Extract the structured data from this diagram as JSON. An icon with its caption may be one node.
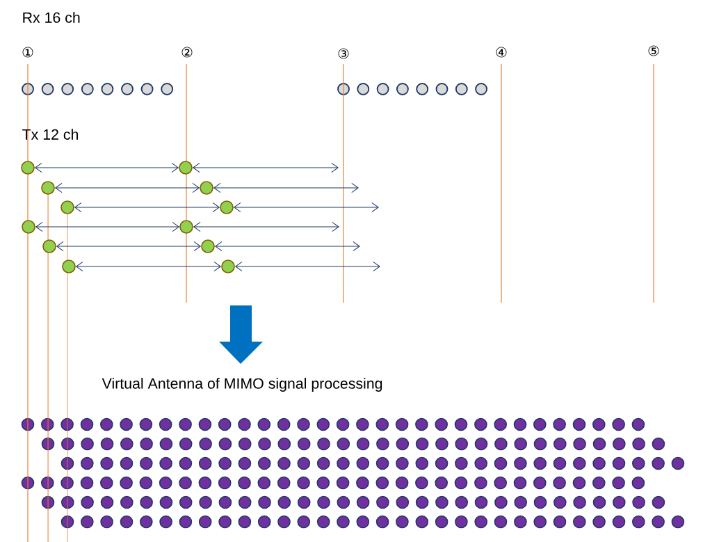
{
  "diagram": {
    "nodes": [
      {
        "text": [],
        "shape": "circle"
      },
      {
        "text": [],
        "shape": "circle"
      },
      {
        "text": [],
        "shape": "circle"
      },
      {
        "text": [],
        "shape": "circle"
      },
      {
        "text": [],
        "shape": "circle"
      },
      {
        "text": [],
        "shape": "circle"
      },
      {
        "text": [],
        "shape": "circle"
      },
      {
        "text": [],
        "shape": "circle"
      },
      {
        "text": [],
        "shape": "circle"
      },
      {
        "text": [],
        "shape": "circle"
      },
      {
        "text": [],
        "shape": "circle"
      },
      {
        "text": [],
        "shape": "circle"
      }
    ],
    "edges": [
      {
        "from": 0,
        "to": 1,
        "arrow": "both"
      },
      {
        "from": 1,
        "to": null,
        "arrow": "both"
      },
      {
        "from": 2,
        "to": 3,
        "arrow": "both"
      },
      {
        "from": 3,
        "to": null,
        "arrow": "both"
      },
      {
        "from": 4,
        "to": 5,
        "arrow": "both"
      },
      {
        "from": 5,
        "to": null,
        "arrow": "both"
      },
      {
        "from": 6,
        "to": 7,
        "arrow": "both"
      },
      {
        "from": 7,
        "to": null,
        "arrow": "both"
      },
      {
        "from": 8,
        "to": 9,
        "arrow": "both"
      },
      {
        "from": 9,
        "to": null,
        "arrow": "both"
      },
      {
        "from": 10,
        "to": 11,
        "arrow": "both"
      },
      {
        "from": 11,
        "to": null,
        "arrow": "both"
      }
    ],
    "labels": [
      "Rx 16 ch",
      "①",
      "②",
      "③",
      "④",
      "⑤",
      "Tx 12 ch",
      "Virtual Antenna of MIMO signal processing"
    ]
  }
}
